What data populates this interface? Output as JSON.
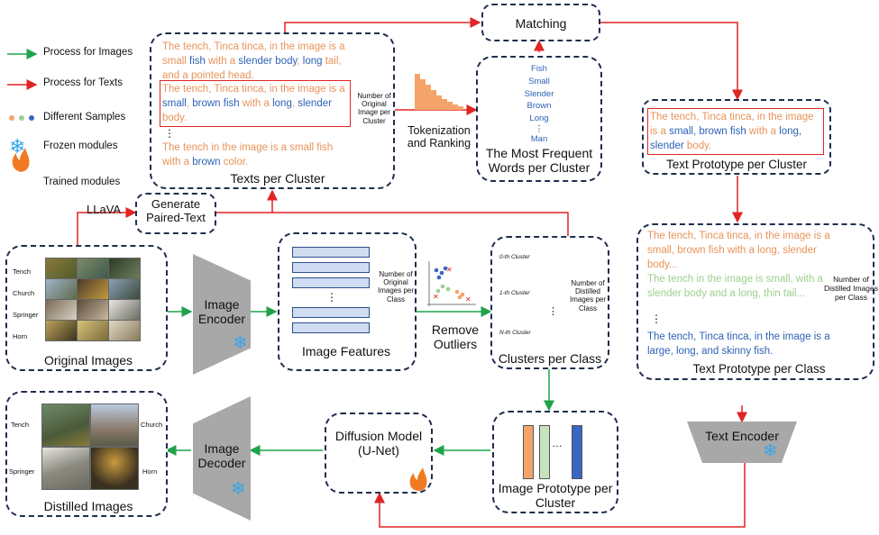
{
  "legend": {
    "process_images": "Process for Images",
    "process_texts": "Process for Texts",
    "different_samples": "Different Samples",
    "frozen": "Frozen modules",
    "trained": "Trained modules"
  },
  "labels": {
    "llava": "LLaVA",
    "generate_paired_text": "Generate Paired-Text",
    "original_images": "Original Images",
    "image_encoder": "Image Encoder",
    "image_features": "Image Features",
    "num_orig_images_per_class": "Number of Original Images per Class",
    "remove_outliers": "Remove Outliers",
    "clusters_per_class": "Clusters per Class",
    "num_distilled_images_per_class": "Number of Distilled Images per Class",
    "cluster_0": "0-th Cluster",
    "cluster_1": "1-th Cluster",
    "cluster_n": "N-th Cluster",
    "texts_per_cluster": "Texts per Cluster",
    "num_orig_image_per_cluster": "Number of Original Image per Cluster",
    "tokenization_ranking": "Tokenization and Ranking",
    "most_frequent_words": "The Most Frequent Words per Cluster",
    "matching": "Matching",
    "text_prototype_per_cluster": "Text Prototype per Cluster",
    "text_prototype_per_class": "Text Prototype per Class",
    "num_distilled_images_per_class2": "Number of Distilled Images per Class",
    "text_encoder": "Text Encoder",
    "image_prototype_per_cluster": "Image Prototype per Cluster",
    "diffusion_model": "Diffusion Model (U-Net)",
    "image_decoder": "Image Decoder",
    "distilled_images": "Distilled Images",
    "ellipsis": "⋮",
    "dots": "…"
  },
  "class_names": [
    "Tench",
    "Church",
    "Springer",
    "Horn"
  ],
  "distilled_class_names": [
    "Tench",
    "Church",
    "Springer",
    "Horn"
  ],
  "frequent_words": [
    "Fish",
    "Small",
    "Slender",
    "Brown",
    "Long",
    "⋮",
    "Man"
  ],
  "texts_per_cluster": {
    "t1": [
      "The tench, Tinca tinca, in the image is a small ",
      "fish",
      " with a ",
      "slender body",
      ", ",
      "long",
      " tail, and a pointed head."
    ],
    "t2": [
      "The tench, Tinca tinca, in the image is a ",
      "small",
      ", ",
      "brown fish",
      " with a ",
      "long",
      ", ",
      "slender",
      " body."
    ],
    "t3": [
      "The tench in the image is a ",
      "small fish",
      " with a ",
      "brown",
      " color."
    ]
  },
  "text_proto_cluster": [
    "The tench, Tinca tinca, in the image is a ",
    "small, brown fish",
    " with a ",
    "long, slender",
    " body."
  ],
  "text_proto_class": {
    "p1": "The tench, Tinca tinca, in the image is a small, brown fish with a long, slender body...",
    "p2": "The tench in the image is small, with a  slender body and a long, thin tail...",
    "p3": "The tench, Tinca tinca, in the image is a large, long, and skinny fish."
  },
  "colors": {
    "image_arrow": "#1fa34a",
    "text_arrow": "#e02424",
    "orange": "#e8935a",
    "blue": "#2e62b6",
    "green": "#9bd08e"
  }
}
